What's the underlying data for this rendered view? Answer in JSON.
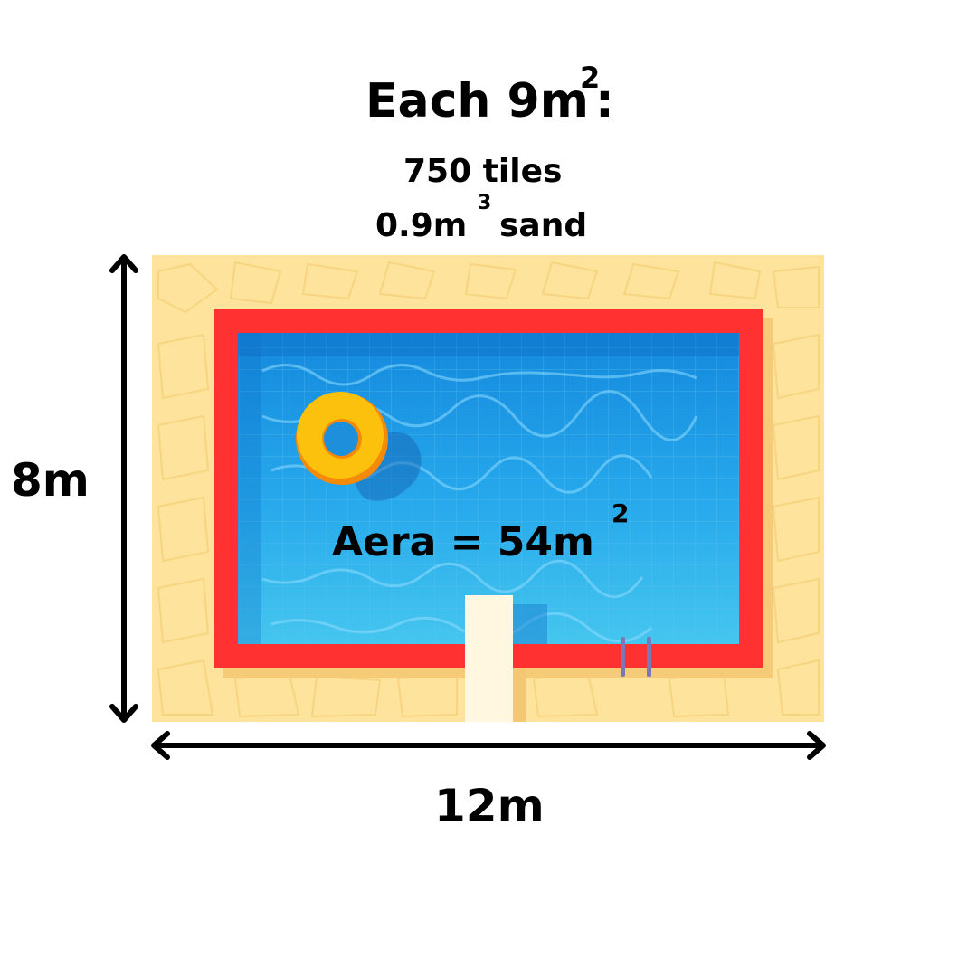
{
  "heading": {
    "prefix": "Each 9m",
    "exponent": "2",
    "suffix": ":"
  },
  "requirements": {
    "tiles": "750 tiles",
    "sand_value": "0.9m",
    "sand_exponent": "3",
    "sand_label": "sand"
  },
  "pool": {
    "area_text": "Aera = 54m",
    "area_exponent": "2",
    "float_ring": "float-ring-icon",
    "ladder": "ladder-icon",
    "border_color": "#ff3131",
    "water_color": "#1a9fe6",
    "deck_color": "#fde39c"
  },
  "dimensions": {
    "height": "8m",
    "width": "12m"
  }
}
